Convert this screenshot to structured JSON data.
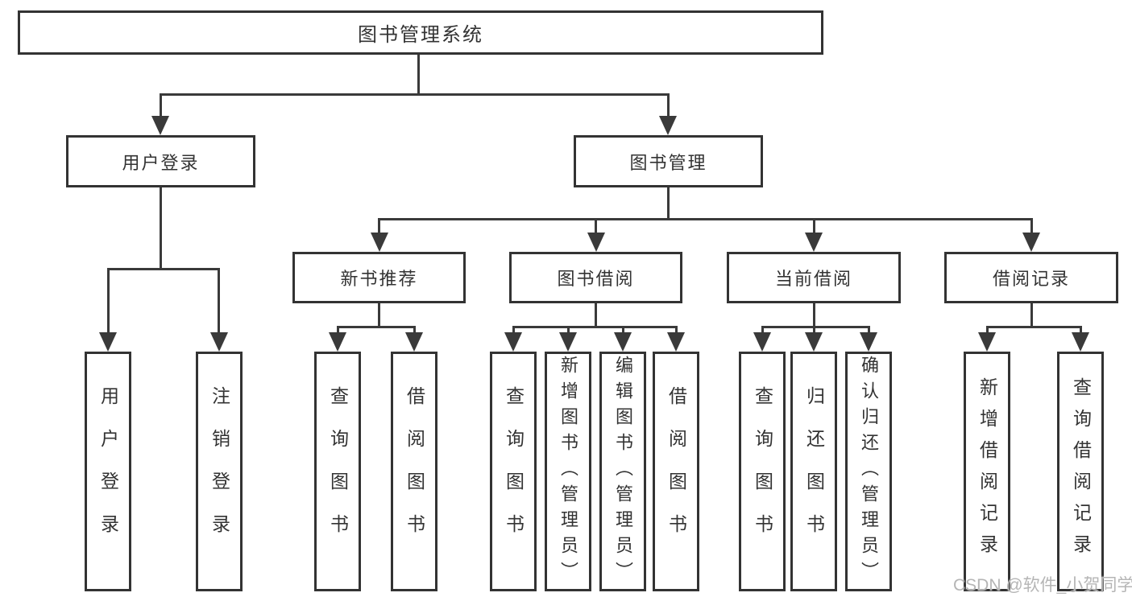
{
  "diagram_type": "hierarchy-tree",
  "tree": {
    "label": "图书管理系统",
    "children": [
      {
        "label": "用户登录",
        "children": [
          {
            "label": "用户登录"
          },
          {
            "label": "注销登录"
          }
        ]
      },
      {
        "label": "图书管理",
        "children": [
          {
            "label": "新书推荐",
            "children": [
              {
                "label": "查询图书"
              },
              {
                "label": "借阅图书"
              }
            ]
          },
          {
            "label": "图书借阅",
            "children": [
              {
                "label": "查询图书"
              },
              {
                "label": "新增图书（管理员）"
              },
              {
                "label": "编辑图书（管理员）"
              },
              {
                "label": "借阅图书"
              }
            ]
          },
          {
            "label": "当前借阅",
            "children": [
              {
                "label": "查询图书"
              },
              {
                "label": "归还图书"
              },
              {
                "label": "确认归还（管理员）"
              }
            ]
          },
          {
            "label": "借阅记录",
            "children": [
              {
                "label": "新增借阅记录"
              },
              {
                "label": "查询借阅记录"
              }
            ]
          }
        ]
      }
    ]
  },
  "watermark": "CSDN @软件_小贺同学",
  "colors": {
    "line": "#3a3a3a",
    "border": "#333333",
    "text": "#333333",
    "watermark_text": "#b5b5b5",
    "background": "#ffffff"
  }
}
